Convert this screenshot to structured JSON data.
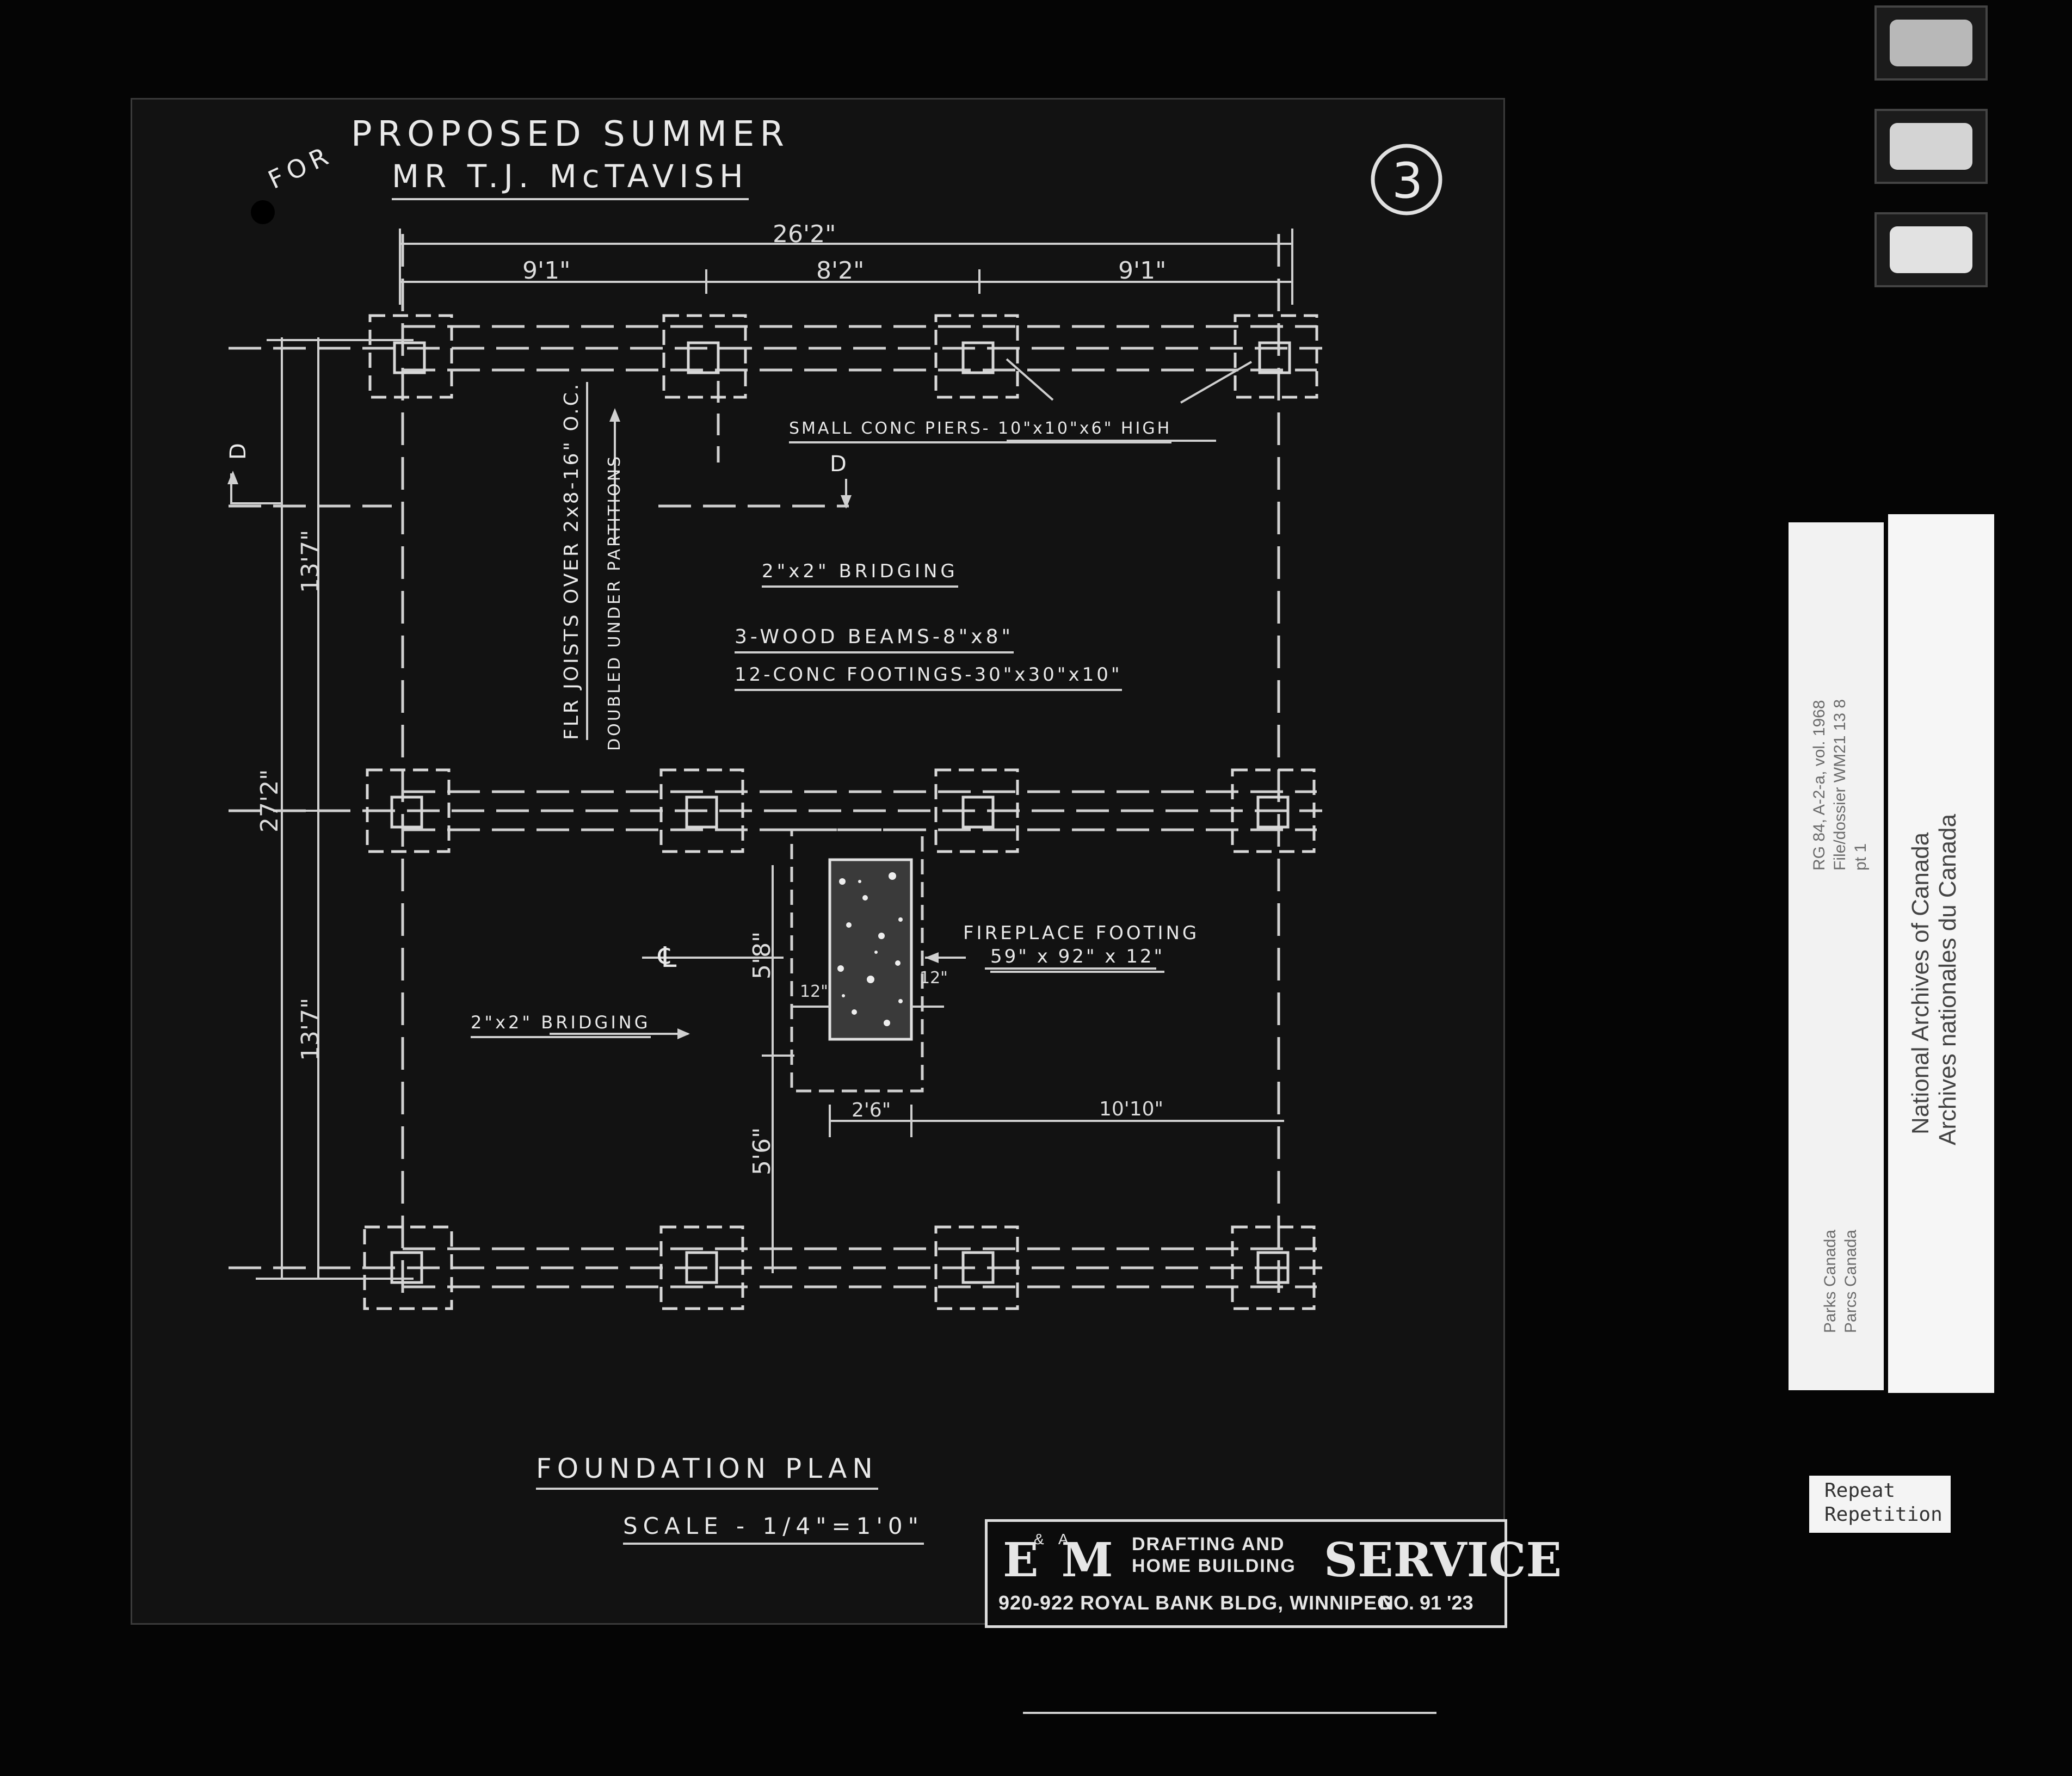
{
  "title": {
    "for_label": "FOR",
    "line1": "PROPOSED SUMMER",
    "line2": "MR T.J. McTAVISH",
    "sheet_number": "3"
  },
  "dimensions": {
    "overall_width": "26'2\"",
    "bay_left": "9'1\"",
    "bay_middle": "8'2\"",
    "bay_right": "9'1\"",
    "overall_depth": "27'2\"",
    "upper_depth": "13'7\"",
    "lower_depth": "13'7\"",
    "fireplace_depth": "5'8\"",
    "fireplace_offset": "5'6\"",
    "fireplace_width": "2'6\"",
    "fireplace_to_right": "10'10\"",
    "side_left": "12\"",
    "side_right": "12\""
  },
  "notes": {
    "piers": "SMALL CONC PIERS- 10\"x10\"x6\" HIGH",
    "joists": "FLR JOISTS OVER 2x8-16\" O.C.",
    "doubled": "DOUBLED UNDER PARTITIONS",
    "bridging_top": "2\"x2\" BRIDGING",
    "beams": "3-WOOD BEAMS-8\"x8\"",
    "footings": "12-CONC FOOTINGS-30\"x30\"x10\"",
    "fireplace_label": "FIREPLACE FOOTING",
    "fireplace_size": "59\" x 92\" x 12\"",
    "bridging_bottom": "2\"x2\" BRIDGING",
    "section_mark": "D",
    "centerline": "℄"
  },
  "plan_title": "FOUNDATION PLAN",
  "scale": "SCALE - 1/4\"=1'0\"",
  "title_block": {
    "monogram": "E M",
    "monogram_small": "& A",
    "line1": "DRAFTING AND",
    "line2": "HOME BUILDING",
    "service": "SERVICE",
    "address": "920-922 ROYAL BANK BLDG, WINNIPEG",
    "job_no": "NO. 91 '23"
  },
  "archive_tab": {
    "ref_line1": "RG 84, A-2-a, vol. 1968",
    "ref_line2": "File/dossier WM21 13 8",
    "ref_line3": "pt 1",
    "agency1": "Parks Canada",
    "agency2": "Parcs Canada",
    "archive_en": "National Archives of Canada",
    "archive_fr": "Archives nationales du Canada"
  },
  "repeat_label": {
    "en": "Repeat",
    "fr": "Repetition"
  }
}
